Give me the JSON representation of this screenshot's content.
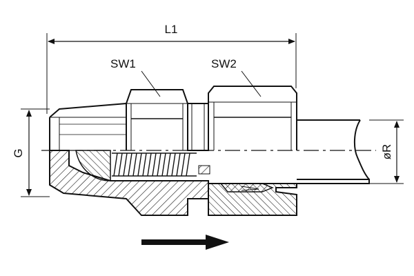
{
  "labels": {
    "overall_length": "L1",
    "wrench_size_1": "SW1",
    "wrench_size_2": "SW2",
    "thread": "G",
    "tube_diameter": "øR"
  },
  "colors": {
    "ink": "#111111",
    "background": "#ffffff"
  }
}
